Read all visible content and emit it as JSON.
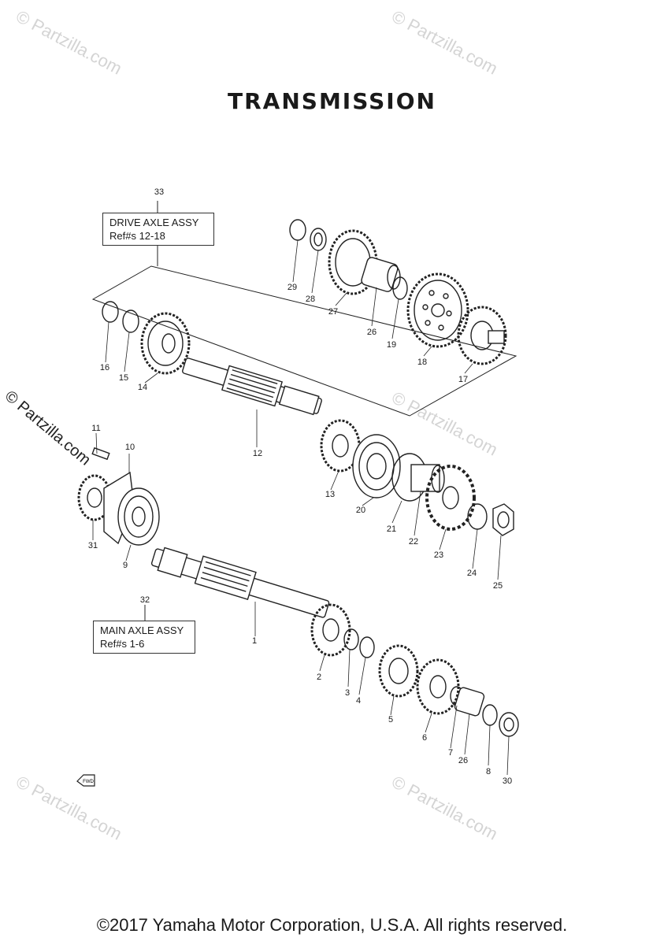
{
  "title": "TRANSMISSION",
  "drive_axle_box": {
    "ref": "33",
    "line1": "DRIVE AXLE ASSY",
    "line2": "Ref#s 12-18"
  },
  "main_axle_box": {
    "ref": "32",
    "line1": "MAIN AXLE ASSY",
    "line2": "Ref#s 1-6"
  },
  "part_labels": [
    "1",
    "2",
    "3",
    "4",
    "5",
    "6",
    "7",
    "8",
    "9",
    "10",
    "11",
    "12",
    "13",
    "14",
    "15",
    "16",
    "17",
    "18",
    "19",
    "20",
    "21",
    "22",
    "23",
    "24",
    "25",
    "26",
    "26",
    "27",
    "28",
    "29",
    "30",
    "31"
  ],
  "watermark_text": "© Partzilla.com",
  "side_watermark_text": "© Partzilla.com",
  "fwd_label": "FWD",
  "footer": "©2017 Yamaha Motor Corporation, U.S.A. All rights reserved."
}
